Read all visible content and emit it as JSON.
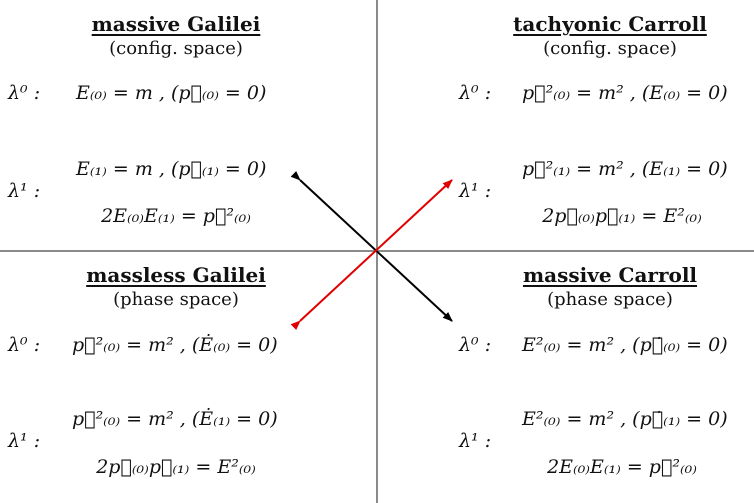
{
  "quadrants": {
    "top_left": {
      "title": "massive Galilei",
      "subtitle": "(config. space)",
      "lambda0_label": "λ⁰ :",
      "lambda0_eq": "E₍₀₎ = m ,   (p⃗₍₀₎ = 0)",
      "lambda1_label": "λ¹ :",
      "lambda1_eq1": "E₍₁₎ = m ,   (p⃗₍₁₎ = 0)",
      "lambda1_eq2": "2E₍₀₎E₍₁₎ = p⃗²₍₀₎"
    },
    "top_right": {
      "title": "tachyonic Carroll",
      "subtitle": "(config. space)",
      "lambda0_label": "λ⁰ :",
      "lambda0_eq": "p⃗²₍₀₎ = m² ,   (E₍₀₎ = 0)",
      "lambda1_label": "λ¹ :",
      "lambda1_eq1": "p⃗²₍₁₎ = m² ,   (E₍₁₎ = 0)",
      "lambda1_eq2": "2p⃗₍₀₎p⃗₍₁₎ = E²₍₀₎"
    },
    "bottom_left": {
      "title": "massless Galilei",
      "subtitle": "(phase space)",
      "lambda0_label": "λ⁰ :",
      "lambda0_eq": "p⃗²₍₀₎ = m² ,   (Ė₍₀₎ = 0)",
      "lambda1_label": "λ¹ :",
      "lambda1_eq1": "p⃗²₍₀₎ = m² ,   (Ė₍₁₎ = 0)",
      "lambda1_eq2": "2p⃗₍₀₎p⃗₍₁₎ = E²₍₀₎"
    },
    "bottom_right": {
      "title": "massive Carroll",
      "subtitle": "(phase space)",
      "lambda0_label": "λ⁰ :",
      "lambda0_eq": "E²₍₀₎ = m² ,   (p⃗̇₍₀₎ = 0)",
      "lambda1_label": "λ¹ :",
      "lambda1_eq1": "E²₍₀₎ = m² ,   (p⃗̇₍₁₎ = 0)",
      "lambda1_eq2": "2E₍₀₎E₍₁₎ = p⃗²₍₀₎"
    }
  },
  "arrow_colors": {
    "black_arrow": "#000000",
    "red_arrow": "#e00000"
  }
}
